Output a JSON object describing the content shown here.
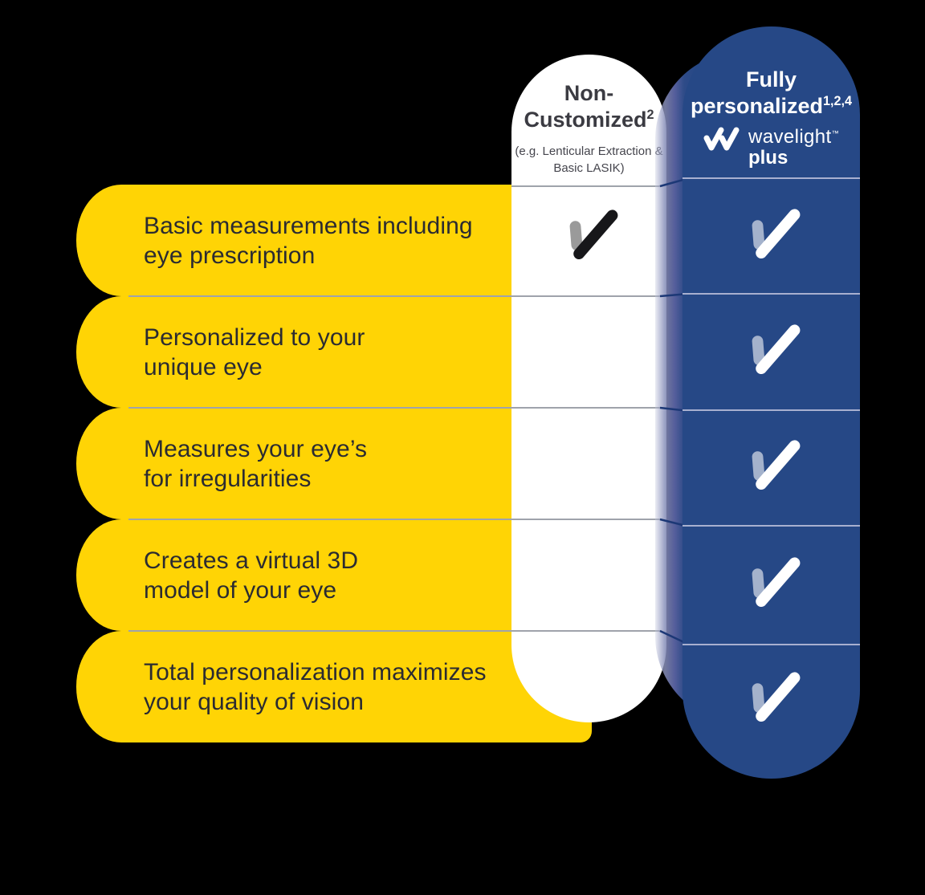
{
  "table": {
    "features": [
      {
        "line1": "Basic measurements including",
        "line2": "eye prescription",
        "non_customized": true,
        "wavelight_plus": true
      },
      {
        "line1": "Personalized to your",
        "line2": "unique eye",
        "non_customized": false,
        "wavelight_plus": true
      },
      {
        "line1": "Measures your eye’s",
        "line2": "for irregularities",
        "non_customized": false,
        "wavelight_plus": true
      },
      {
        "line1": "Creates a virtual 3D",
        "line2": "model of your eye",
        "non_customized": false,
        "wavelight_plus": true
      },
      {
        "line1": "Total personalization maximizes",
        "line2": "your quality of vision",
        "non_customized": false,
        "wavelight_plus": true
      }
    ],
    "columns": {
      "non_customized": {
        "title_line1": "Non-",
        "title_line2": "Customized",
        "title_superscript": "2",
        "subtitle_line1": "(e.g. Lenticular Extraction &",
        "subtitle_line2": "Basic LASIK)"
      },
      "fully_personalized": {
        "title_line1": "Fully",
        "title_line2": "personalized",
        "title_superscript": "1,2,4",
        "logo": {
          "brand": "wavelight",
          "trademark": "™",
          "suffix": "plus"
        }
      }
    }
  },
  "icons": {
    "check": "check-icon",
    "logo_mark": "wavelight-w-icon"
  },
  "colors": {
    "background": "#000000",
    "feature_row": "#ffd405",
    "feature_text": "#2b2b31",
    "wavelight_column": "#264886",
    "non_customized_column": "#ffffff",
    "non_customized_check": "#17171a",
    "non_customized_check_tail": "#9a9a9a",
    "wavelight_check": "#ffffff",
    "separator_gray": "#9fa3ab",
    "separator_blue": "#a8b0d0"
  }
}
